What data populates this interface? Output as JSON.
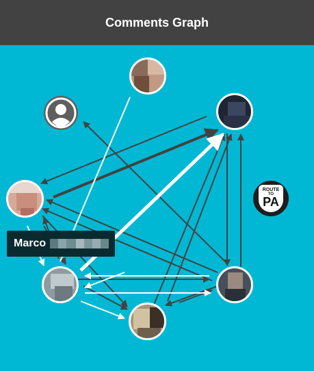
{
  "header": {
    "title": "Comments Graph"
  },
  "tooltip": {
    "name": "Marco"
  },
  "badge": {
    "top": "ROUTE",
    "mid": "TO",
    "main": "PA"
  },
  "colors": {
    "background": "#00b8d4",
    "header": "#424242",
    "edge_dark": "#424242",
    "edge_light": "#ffffff"
  }
}
